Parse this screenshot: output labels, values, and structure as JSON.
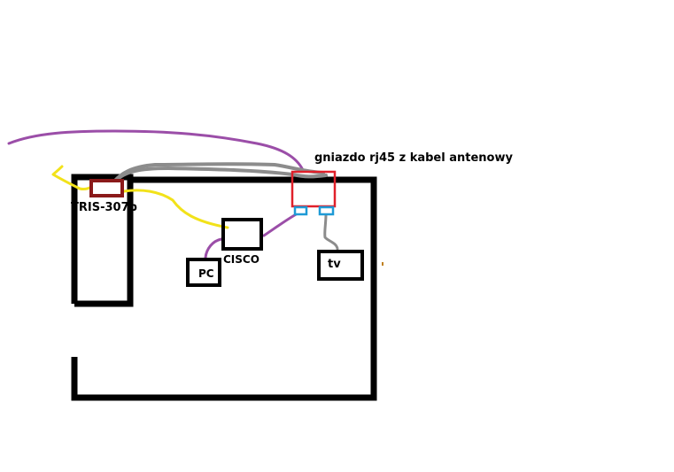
{
  "labels": {
    "socket": "gniazdo rj45 z kabel antenowy",
    "tris": "TRIS-307p",
    "cisco": "CISCO",
    "pc": "PC",
    "tv": "tv"
  },
  "colors": {
    "wall": "#000000",
    "purple_cable": "#9b4ea8",
    "grey_cable": "#8c8c8c",
    "yellow_cable": "#f2e21a",
    "tris_box": "#8b1a1a",
    "socket_box": "#e0202a",
    "rj45_port": "#1e9ad6",
    "stray_mark": "#c08020"
  }
}
